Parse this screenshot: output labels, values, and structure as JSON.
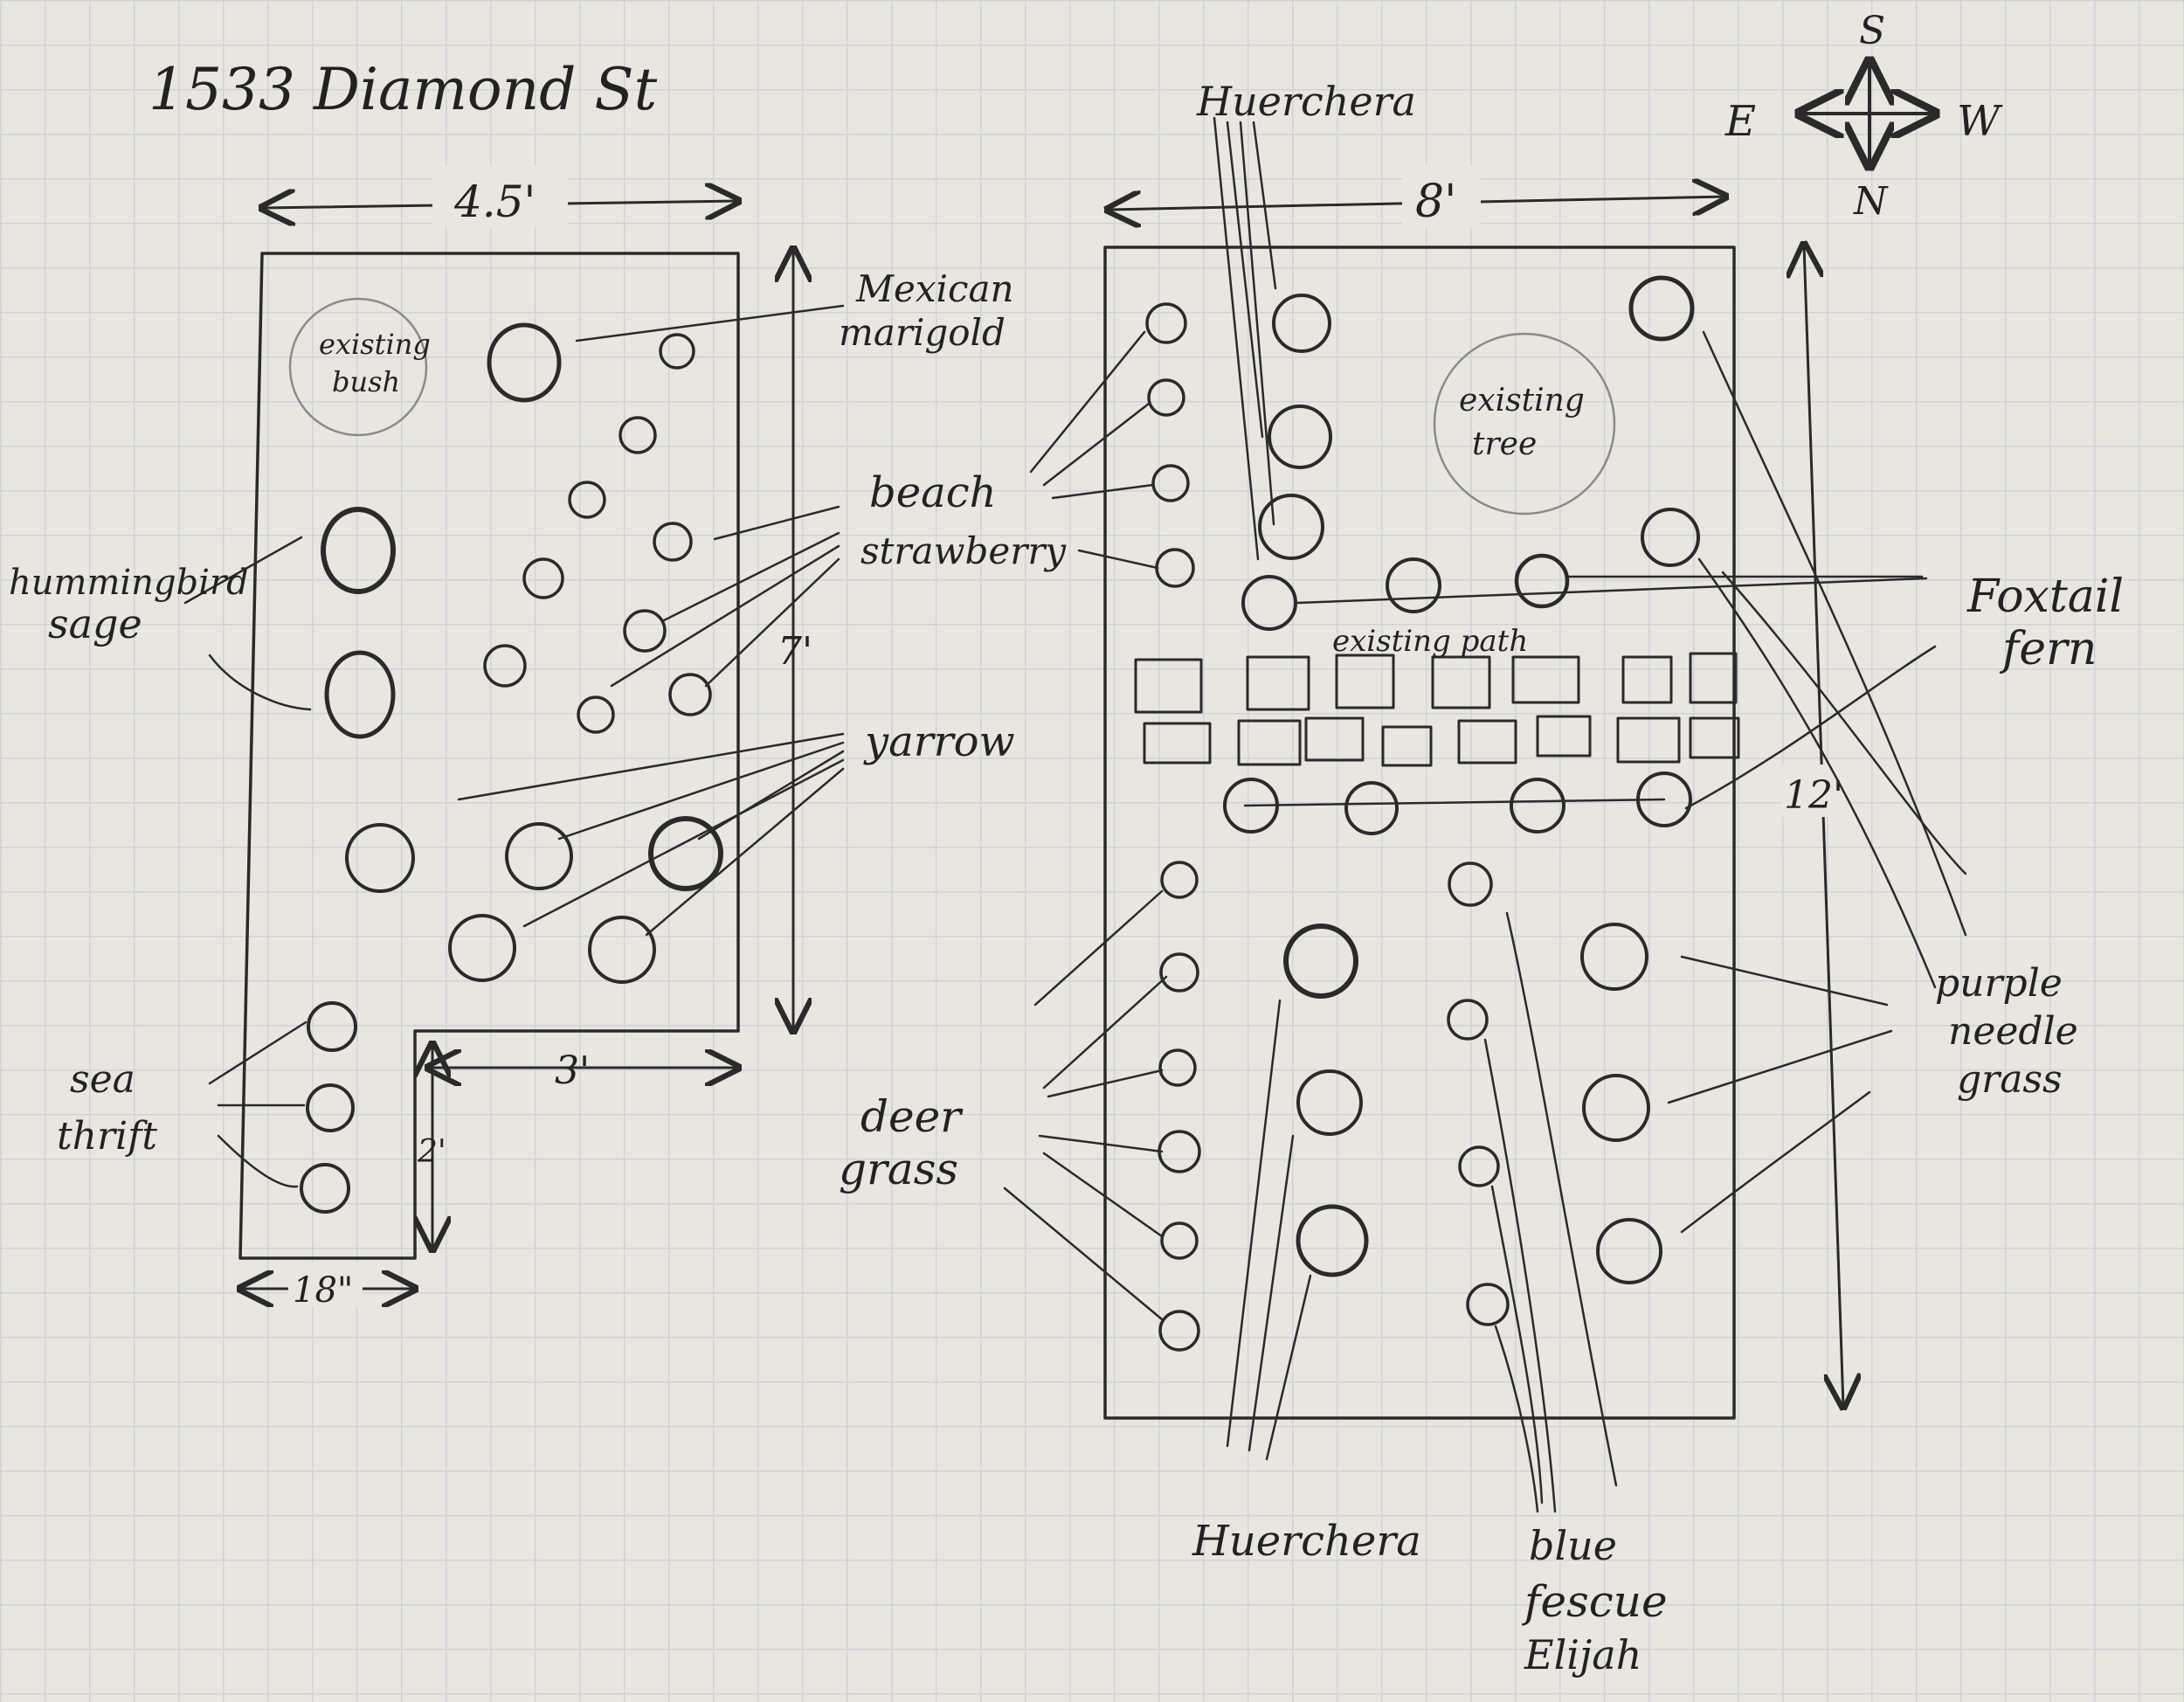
{
  "address": "1533 Diamond St",
  "compass": {
    "s": "S",
    "e": "E",
    "w": "W",
    "n": "N"
  },
  "left_bed": {
    "width": "4.5'",
    "height": "7'",
    "notch_width": "3'",
    "notch_height": "2'",
    "strip_width": "18\"",
    "existing_bush": [
      "existing",
      "bush"
    ],
    "labels": {
      "mexican_marigold": [
        "Mexican",
        "marigold"
      ],
      "beach_strawberry": [
        "beach",
        "strawberry"
      ],
      "yarrow": "yarrow",
      "hummingbird_sage": [
        "hummingbird",
        "sage"
      ],
      "sea_thrift": [
        "sea",
        "thrift"
      ]
    }
  },
  "right_bed": {
    "width": "8'",
    "height": "12'",
    "existing_tree": [
      "existing",
      "tree"
    ],
    "existing_path": "existing path",
    "labels": {
      "huerchera_top": "Huerchera",
      "foxtail_fern": [
        "Foxtail",
        "fern"
      ],
      "purple_needle_grass": [
        "purple",
        "needle",
        "grass"
      ],
      "deer_grass": [
        "deer",
        "grass"
      ],
      "huerchera_bottom": "Huerchera",
      "blue_fescue": [
        "blue",
        "fescue",
        "Elijah"
      ]
    }
  },
  "colors": {
    "ink": "#2a2a2a",
    "pencil": "#8a8a8a",
    "paper": "#e9e6df",
    "grid": "#cdd3dc"
  }
}
